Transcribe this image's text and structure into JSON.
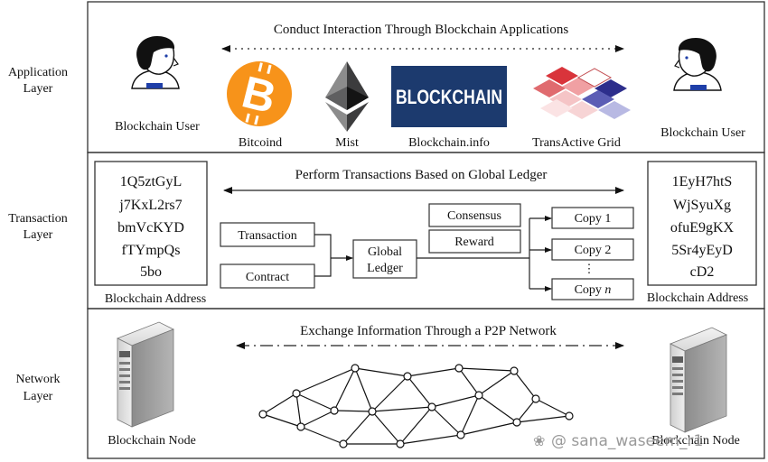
{
  "layers": {
    "application": {
      "line1": "Application",
      "line2": "Layer"
    },
    "transaction": {
      "line1": "Transaction",
      "line2": "Layer"
    },
    "network": {
      "line1": "Network",
      "line2": "Layer"
    }
  },
  "application": {
    "banner": "Conduct Interaction Through Blockchain Applications",
    "user_left_label": "Blockchain User",
    "user_right_label": "Blockchain User",
    "apps": [
      {
        "label": "Bitcoind",
        "icon": "bitcoin-logo-icon",
        "color": "#f7931a"
      },
      {
        "label": "Mist",
        "icon": "ethereum-logo-icon",
        "color": "#3c3c3d"
      },
      {
        "label": "Blockchain.info",
        "icon": "blockchain-info-logo",
        "logo_text": "BLOCKCHAIN",
        "color": "#1c3a6e"
      },
      {
        "label": "TransActive Grid",
        "icon": "transactive-grid-logo-icon",
        "color": "#d9343b"
      }
    ]
  },
  "transaction": {
    "banner": "Perform Transactions Based on Global Ledger",
    "address_left": [
      "1Q5ztGyL",
      "j7KxL2rs7",
      "bmVcKYD",
      "fTYmpQs",
      "5bo"
    ],
    "address_right": [
      "1EyH7htS",
      "WjSyuXg",
      "ofuE9gKX",
      "5Sr4yEyD",
      "cD2"
    ],
    "address_left_label": "Blockchain Address",
    "address_right_label": "Blockchain Address",
    "flow": {
      "transaction": "Transaction",
      "contract": "Contract",
      "global_ledger_1": "Global",
      "global_ledger_2": "Ledger",
      "consensus": "Consensus",
      "reward": "Reward",
      "copy_1": "Copy 1",
      "copy_2": "Copy 2",
      "ellipsis": "⋮",
      "copy_n_prefix": "Copy ",
      "copy_n_var": "n"
    }
  },
  "network": {
    "banner": "Exchange Information Through a P2P Network",
    "node_left_label": "Blockchain Node",
    "node_right_label": "Blockchain Node"
  },
  "watermark": "@ sana_waseem_r1"
}
